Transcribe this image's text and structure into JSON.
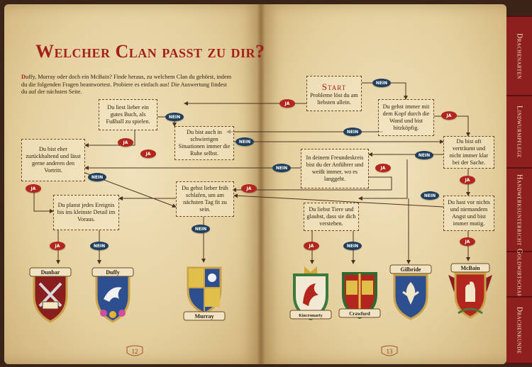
{
  "title": "Welcher Clan passt zu dir?",
  "intro": {
    "initial": "D",
    "text": "uffy, Murray oder doch ein McBain? Finde heraus, zu welchem Clan du gehörst, indem du die folgenden Fragen beantwortest. Probiere es einfach aus! Die Auswertung findest du auf der nächsten Seite."
  },
  "start": {
    "label": "Start",
    "question": "Probleme löst du am liebsten allein."
  },
  "questions": {
    "buch": "Du liest lieber ein gutes Buch, als Fußball zu spielen.",
    "ruhe": "Du bist auch in schwierigen Situationen immer die Ruhe selbst.",
    "zurueck": "Du bist eher zurückhaltend und lässt gerne anderen den Vortritt.",
    "planst": "Du planst jedes Ereignis bis ins kleinste Detail im Voraus.",
    "schlafen": "Du gehst lieber früh schlafen, um am nächsten Tag fit zu sein.",
    "anfuehrer": "In deinem Freundeskreis bist du der Anführer und weißt immer, wo es langgeht.",
    "kopf": "Du gehst immer mit dem Kopf durch die Wand und bist hitzköpfig.",
    "vertraeumt": "Du bist oft verträumt und nicht immer klar bei der Sache.",
    "angst": "Du hast vor nichts und niemandem Angst und bist immer mutig.",
    "tiere": "Du liebst Tiere und glaubst, dass sie dich verstehen."
  },
  "answers": {
    "yes": "JA",
    "no": "NEIN"
  },
  "clans": [
    "Dunbar",
    "Duffy",
    "Murray",
    "Kincromarty",
    "Crawford",
    "Gilbride",
    "McBain"
  ],
  "colors": {
    "accent": "#a31f1a",
    "nein": "#1f3f5c",
    "ja": "#b3261e"
  },
  "tabs": [
    "Drachenarten",
    "Lindwurmpflege",
    "Handwerksunterricht",
    "Goldwirtschaft",
    "Drachenkunde"
  ],
  "page_numbers": {
    "left": "12",
    "right": "13"
  }
}
